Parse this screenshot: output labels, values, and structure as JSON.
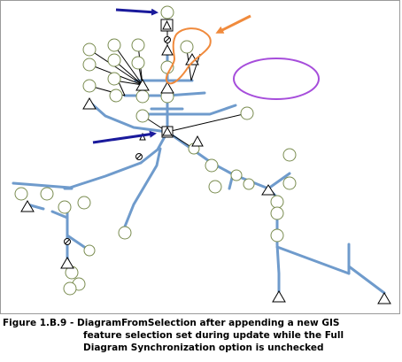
{
  "caption": {
    "line1": "Figure 1.B.9 - DiagramFromSelection after appending a new GIS",
    "line2": "feature selection set during update while the Full",
    "line3": "Diagram Synchronization option is unchecked"
  },
  "colors": {
    "pipe": "#6f9bcc",
    "connector": "#000000",
    "node_stroke": "#7a8c50",
    "node_fill": "#ffffff",
    "arrow_blue": "#1a1a9c",
    "arrow_orange": "#f08a3c",
    "highlight_orange": "#f08a3c",
    "ellipse_purple": "#a64ddb",
    "border": "#9a9a9a"
  },
  "icons": {
    "junction": "circle-node",
    "source": "triangle-node",
    "switch": "square-triangle-node",
    "valve": "slashed-circle-node"
  }
}
